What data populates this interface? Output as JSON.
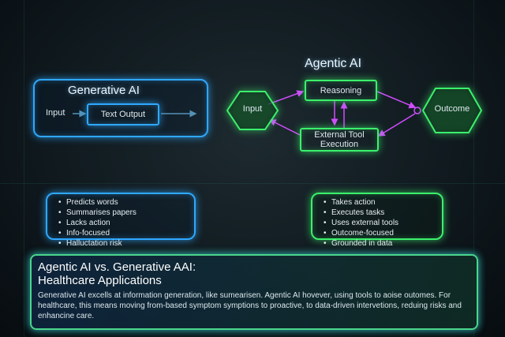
{
  "generative": {
    "title": "Generative AI",
    "input_label": "Input",
    "output_label": "Text Output",
    "bullets": [
      "Predicts words",
      "Summarises papers",
      "Lacks action",
      "Info-focused",
      "Halluctation risk"
    ]
  },
  "agentic": {
    "title": "Agentic AI",
    "input_label": "Input",
    "reasoning_label": "Reasoning",
    "tool_label_line1": "External Tool",
    "tool_label_line2": "Execution",
    "outcome_label": "Outcome",
    "bullets": [
      "Takes action",
      "Executes tasks",
      "Uses external tools",
      "Outcome-focused",
      "Grounded in data"
    ]
  },
  "summary": {
    "heading_line1": "Agentic AI vs. Generative AAI:",
    "heading_line2": "Healthcare Applications",
    "body": "Generative AI excells at information generation, like sumearisen. Agentic AI hovever, using tools to aoise outomes. For healthcare, this means moving from-based symptom symptions to proactive, to data-driven intervetions, reduing risks and enhancine care."
  },
  "colors": {
    "blue": "#2fa8ff",
    "green": "#3cf06c",
    "magenta": "#d24bff"
  }
}
